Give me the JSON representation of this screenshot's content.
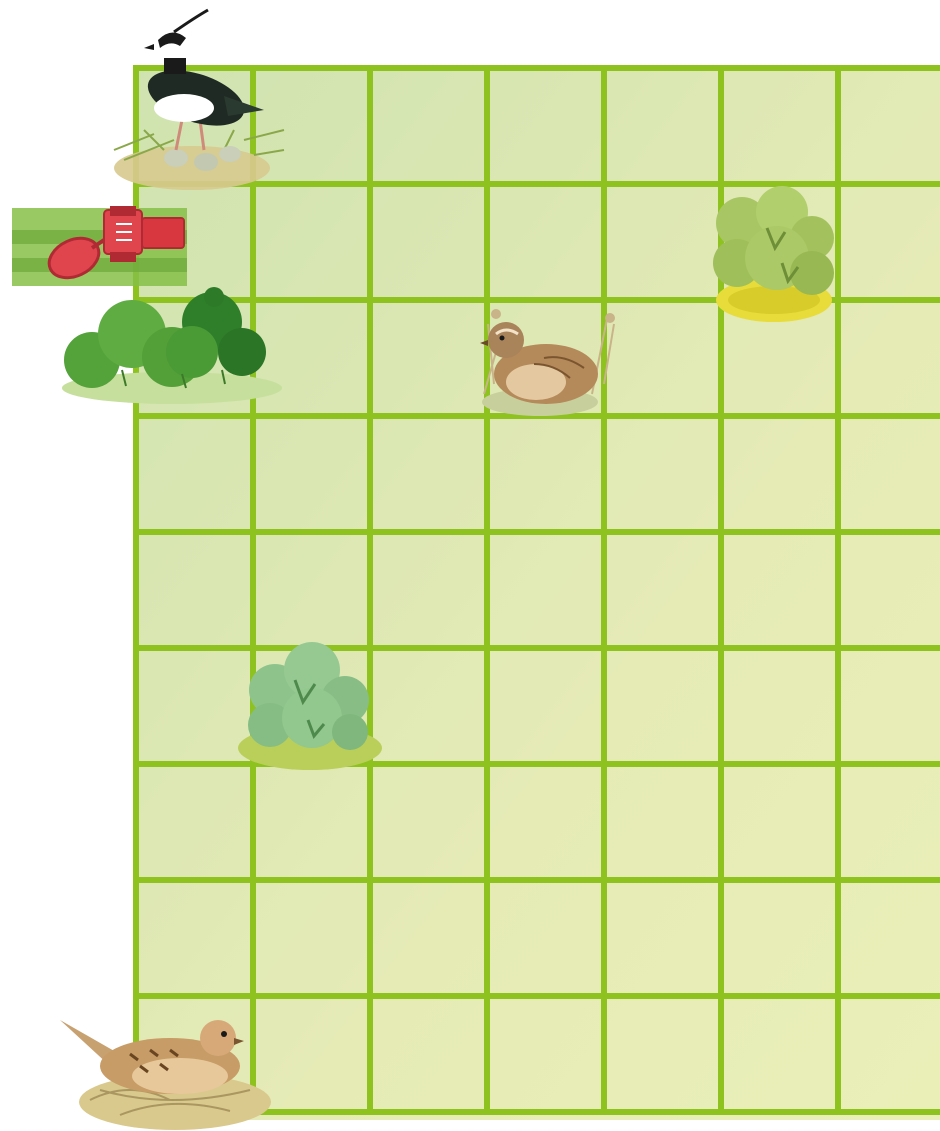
{
  "game": {
    "board": {
      "columns": 7,
      "rows": 9,
      "partial_last_column": true
    },
    "colors": {
      "grid_line": "#8dc21f",
      "board_tint_top": "#d2e6b4",
      "board_tint_bottom": "#e8ecb4",
      "bush_dark": "#4f9c2e",
      "bush_light": "#a9c96a",
      "bush_pale": "#8fc58a",
      "tractor": "#e0454d",
      "nest": "#d6c98a"
    },
    "pieces": [
      {
        "name": "lapwing-on-nest",
        "icon": "lapwing-icon",
        "column": 1,
        "row": 1
      },
      {
        "name": "tractor",
        "icon": "tractor-icon",
        "column": 1,
        "row": 2
      },
      {
        "name": "hedge-bush",
        "icon": "hedge-icon",
        "column": 1,
        "row": 3
      },
      {
        "name": "quail",
        "icon": "quail-icon",
        "column": 4,
        "row": 3
      },
      {
        "name": "yellow-bush",
        "icon": "bush-icon",
        "column": 6,
        "row": 2
      },
      {
        "name": "pale-bush",
        "icon": "bush-icon",
        "column": 2,
        "row": 6
      },
      {
        "name": "partridge-on-nest",
        "icon": "partridge-icon",
        "column": 1,
        "row": 9
      }
    ]
  }
}
